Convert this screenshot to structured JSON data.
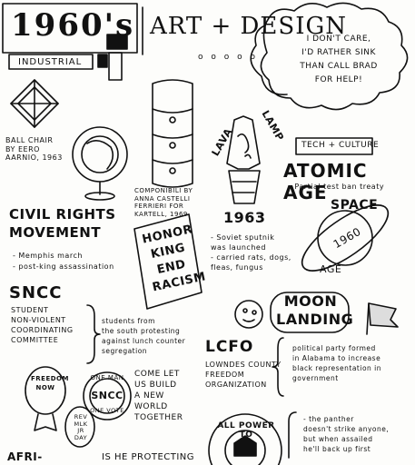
{
  "header": {
    "title": "1960's",
    "subtitle": "ART + DESIGN",
    "dots": "o o o o o"
  },
  "cloud_quote": {
    "lines": [
      "I DON'T CARE,",
      "I'D RATHER SINK",
      "THAN CALL BRAD",
      "FOR HELP!"
    ]
  },
  "industrial": {
    "label": "INDUSTRIAL",
    "ball_chair_caption": [
      "BALL CHAIR",
      "BY EERO",
      "AARNIO, 1963"
    ],
    "componibili_caption": [
      "COMPONIBILI BY",
      "ANNA CASTELLI",
      "FERRIERI FOR",
      "KARTELL, 1969"
    ]
  },
  "lava_lamp": {
    "label_left": "LAVA",
    "label_right": "LAMP",
    "year": "1963"
  },
  "tech_culture": {
    "label": "TECH + CULTURE",
    "atomic_age": "ATOMIC AGE",
    "atomic_note": "- Partial test ban treaty",
    "sputnik_notes": [
      "- Soviet sputnik",
      "  was launched",
      "- carried rats, dogs,",
      "  fleas, fungus"
    ],
    "space_top": "SPACE",
    "space_year": "1960",
    "space_bottom": "AGE",
    "moon_landing": [
      "MOON",
      "LANDING"
    ]
  },
  "civil_rights": {
    "title": [
      "CIVIL RIGHTS",
      "MOVEMENT"
    ],
    "notes": [
      "- Memphis march",
      "- post-king assassination"
    ],
    "sign": [
      "HONOR",
      "KING",
      "END",
      "RACISM"
    ]
  },
  "sncc": {
    "title": "SNCC",
    "full_name": [
      "STUDENT",
      "NON-VIOLENT",
      "COORDINATING",
      "COMMITTEE"
    ],
    "description": [
      "students from",
      "the south protesting",
      "against lunch counter",
      "segregation"
    ],
    "badge_top": "ONE MAN",
    "badge_middle": "SNCC",
    "badge_bottom": "ONE VOTE",
    "slogan": [
      "COME LET",
      "US BUILD",
      "A NEW",
      "WORLD",
      "TOGETHER"
    ],
    "left_button": [
      "FREEDOM",
      "NOW"
    ],
    "left_pin": [
      "REV",
      "MLK",
      "JR",
      "DAY"
    ]
  },
  "lcfo": {
    "title": "LCFO",
    "full_name": [
      "LOWNDES COUNTY",
      "FREEDOM",
      "ORGANIZATION"
    ],
    "description": [
      "political party formed",
      "in Alabama to increase",
      "black representation in",
      "government"
    ],
    "all_power": "ALL POWER TO",
    "panther_note": [
      "- the panther",
      "doesn't strike anyone,",
      "but when assailed",
      "he'll back up first"
    ]
  },
  "footer": {
    "left_text": "AFRI-",
    "right_text": "IS HE PROTECTING"
  }
}
